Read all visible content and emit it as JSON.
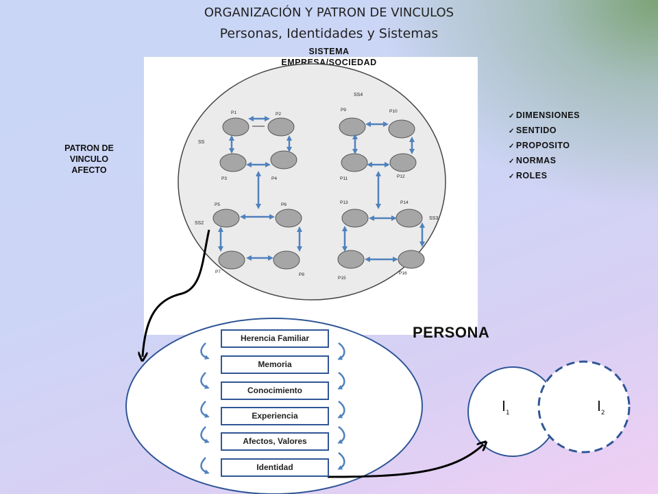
{
  "title": "ORGANIZACIÓN Y PATRON DE VINCULOS",
  "subtitle": "Personas, Identidades y Sistemas",
  "system_label": "SISTEMA\nEMPRESA/SOCIEDAD",
  "patron_label": "PATRON DE\nVINCULO\nAFECTO",
  "dimensions": [
    "DIMENSIONES",
    "SENTIDO",
    "PROPOSITO",
    "NORMAS",
    "ROLES"
  ],
  "persona_label": "PERSONA",
  "subsystems": [
    "SS",
    "SS2",
    "SS3",
    "SS4"
  ],
  "persons": [
    "P1",
    "P2",
    "P3",
    "P4",
    "P5",
    "P6",
    "P7",
    "P8",
    "P9",
    "P10",
    "P11",
    "P12",
    "P13",
    "P14",
    "P15",
    "P16"
  ],
  "persona_layers": [
    "Herencia Familiar",
    "Memoria",
    "Conocimiento",
    "Experiencia",
    "Afectos, Valores",
    "Identidad"
  ],
  "identities": [
    "I1",
    "I2"
  ],
  "colors": {
    "arrow": "#4f81bd",
    "node": "#a6a6a6",
    "border": "#2f5596"
  }
}
